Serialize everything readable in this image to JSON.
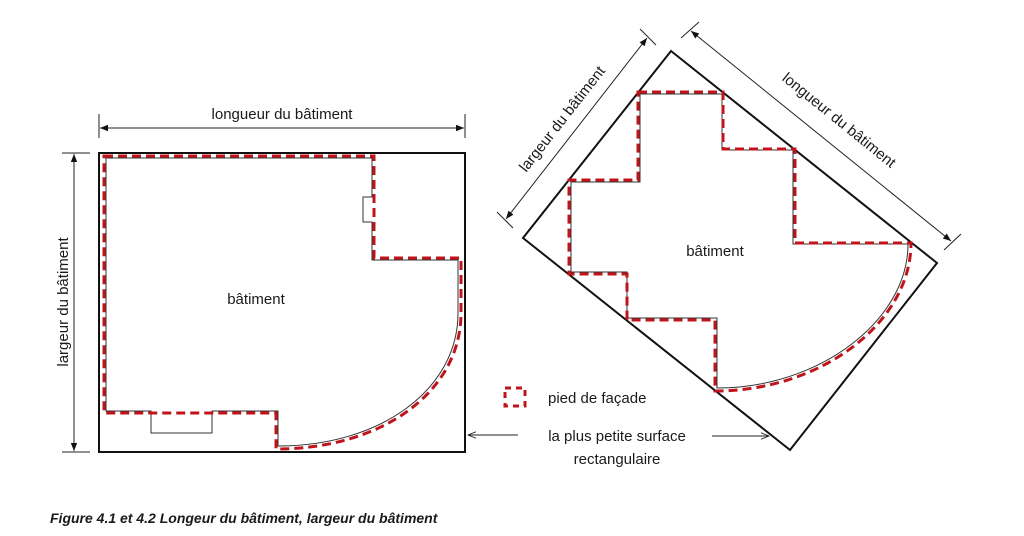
{
  "figure_left": {
    "length_label": "longueur du bâtiment",
    "width_label": "largeur du bâtiment",
    "building_label": "bâtiment"
  },
  "figure_right": {
    "length_label": "longueur du bâtiment",
    "width_label": "largeur du bâtiment",
    "building_label": "bâtiment"
  },
  "legend": {
    "facade_label": "pied de façade",
    "rect_label_line1": "la plus petite surface",
    "rect_label_line2": "rectangulaire"
  },
  "caption": "Figure 4.1 et 4.2 Longeur du bâtiment, largeur du bâtiment",
  "colors": {
    "facade": "#c0141b",
    "outline": "#111111"
  }
}
